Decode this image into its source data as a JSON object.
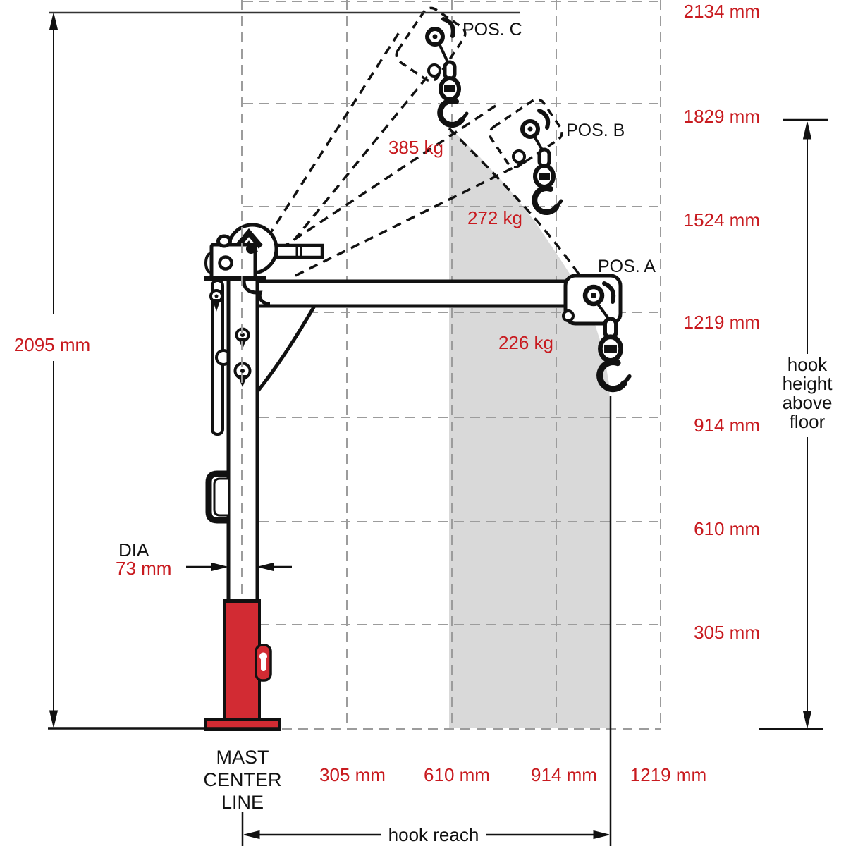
{
  "colors": {
    "dimension_red": "#c81a1f",
    "mast_red": "#d22b33",
    "zone_gray": "#d9d9d9",
    "grid_gray": "#9c9c9c",
    "line_black": "#111111"
  },
  "left_dimension": {
    "label": "2095 mm"
  },
  "right_scale_labels": [
    "2134 mm",
    "1829 mm",
    "1524 mm",
    "1219 mm",
    "914 mm",
    "610 mm",
    "305 mm"
  ],
  "hook_height_note": [
    "hook",
    "height",
    "above",
    "floor"
  ],
  "reach_labels": [
    "305 mm",
    "610 mm",
    "914 mm",
    "1219 mm"
  ],
  "hook_reach_label": "hook reach",
  "mast_center_line": [
    "MAST",
    "CENTER",
    "LINE"
  ],
  "mast_diameter": {
    "prefix": "DIA",
    "value": "73 mm"
  },
  "positions": [
    {
      "id": "C",
      "label": "POS. C"
    },
    {
      "id": "B",
      "label": "POS. B"
    },
    {
      "id": "A",
      "label": "POS. A"
    }
  ],
  "capacities": [
    {
      "position": "C",
      "label": "385 kg"
    },
    {
      "position": "B",
      "label": "272 kg"
    },
    {
      "position": "A",
      "label": "226 kg"
    }
  ]
}
